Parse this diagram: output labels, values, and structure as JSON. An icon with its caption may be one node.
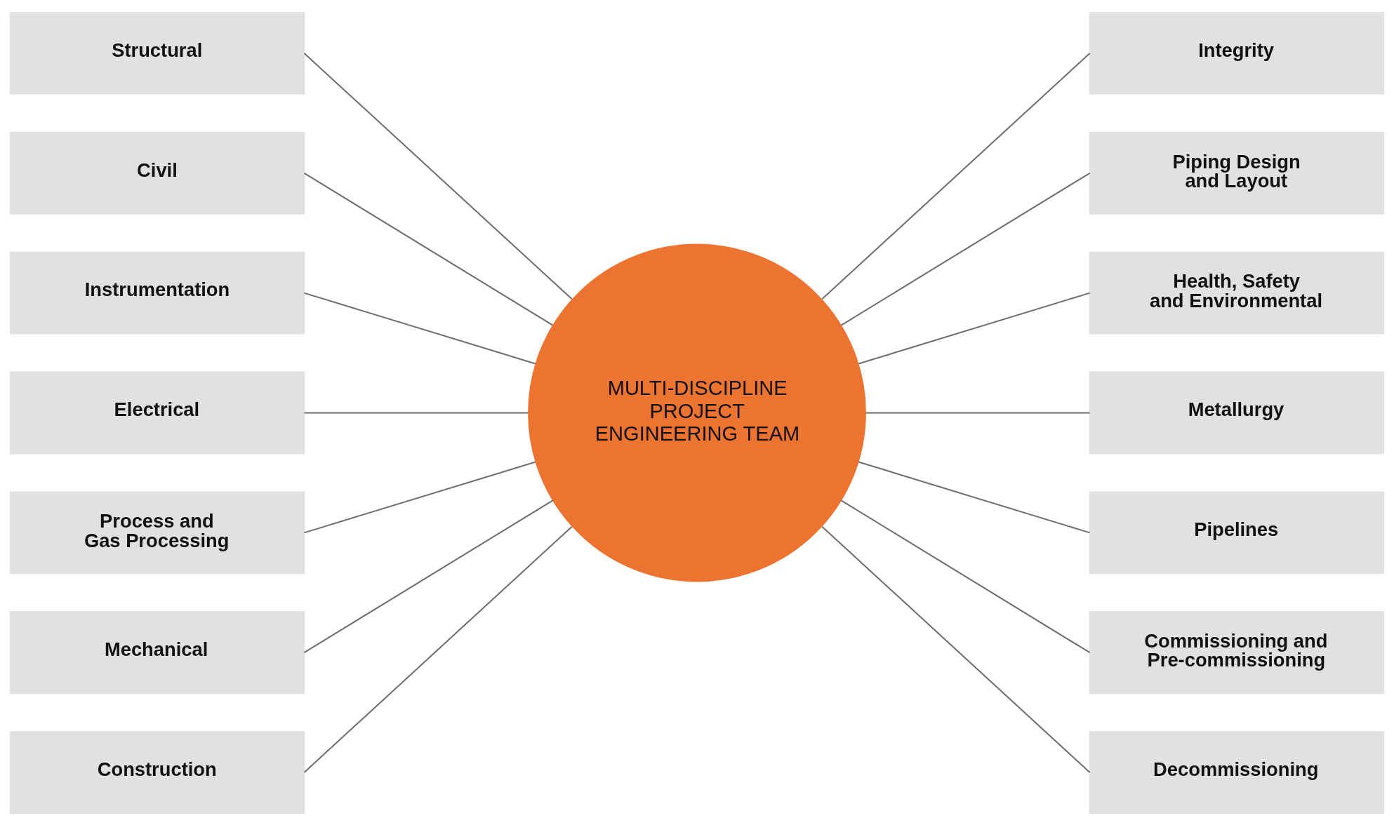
{
  "diagram": {
    "nodes": [
      {
        "text": [
          "Structural"
        ]
      },
      {
        "text": [
          "Civil"
        ]
      },
      {
        "text": [
          "Instrumentation"
        ]
      },
      {
        "text": [
          "Electrical"
        ]
      },
      {
        "text": [
          "Process and Gas Processing"
        ]
      },
      {
        "text": [
          "Mechanical"
        ]
      },
      {
        "text": [
          "Construction"
        ]
      },
      {
        "text": [
          "MULTI-DISCIPLINE PROJECT ENGINEERING TEAM"
        ]
      },
      {
        "text": [
          "Integrity"
        ]
      },
      {
        "text": [
          "Piping Design and Layout"
        ]
      },
      {
        "text": [
          "Health, Safety and Environmental"
        ]
      },
      {
        "text": [
          "Metallurgy"
        ]
      },
      {
        "text": [
          "Pipelines"
        ]
      },
      {
        "text": [
          "Commissioning and Pre-commissioning"
        ]
      },
      {
        "text": [
          "Decommissioning"
        ]
      }
    ],
    "edges": [
      {
        "from": 0,
        "to": 7,
        "arrow": "none"
      },
      {
        "from": 1,
        "to": 7,
        "arrow": "none"
      },
      {
        "from": 2,
        "to": 7,
        "arrow": "none"
      },
      {
        "from": 3,
        "to": 7,
        "arrow": "none"
      },
      {
        "from": 4,
        "to": 7,
        "arrow": "none"
      },
      {
        "from": 5,
        "to": 7,
        "arrow": "none"
      },
      {
        "from": 6,
        "to": 7,
        "arrow": "none"
      },
      {
        "from": 7,
        "to": 8,
        "arrow": "none"
      },
      {
        "from": 7,
        "to": 9,
        "arrow": "none"
      },
      {
        "from": 7,
        "to": 10,
        "arrow": "none"
      },
      {
        "from": 7,
        "to": 11,
        "arrow": "none"
      },
      {
        "from": 7,
        "to": 12,
        "arrow": "none"
      },
      {
        "from": 7,
        "to": 13,
        "arrow": "none"
      },
      {
        "from": 7,
        "to": 14,
        "arrow": "none"
      }
    ]
  }
}
